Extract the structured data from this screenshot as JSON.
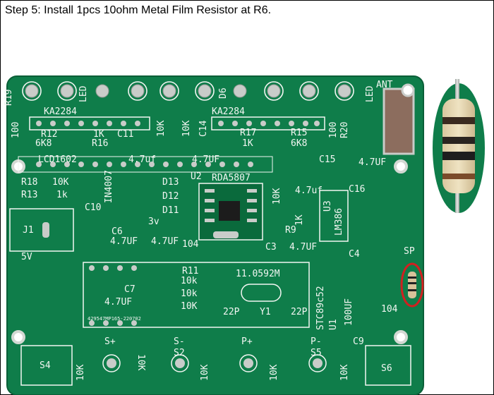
{
  "step": {
    "text": "Step 5: Install 1pcs 10ohm Metal Film Resistor at R6."
  },
  "colors": {
    "board": "#0f7d4a",
    "silk": "#f2f6f2",
    "pad": "#c9ccc9",
    "highlight": "#d12020"
  },
  "labels": {
    "r19": "R19",
    "ant": "ANT",
    "led_l": "LED",
    "led_r": "LED",
    "d6": "D6",
    "ka1": "KA2284",
    "ka2": "KA2284",
    "r12": "R12",
    "k1": "1K",
    "c11": "C11",
    "r17": "R17",
    "r15": "R15",
    "r20": "R20",
    "v100l": "100",
    "v100r": "100",
    "v10k1": "10K",
    "v10k2": "10K",
    "c14": "C14",
    "r12v": "6K8",
    "r16": "R16",
    "r17v": "1K",
    "r15v": "6K8",
    "lcd": "LCD1602",
    "uf47a": "4.7uf",
    "uf47b": "4.7UF",
    "c15": "C15",
    "uf47c": "4.7UF",
    "r18": "R18",
    "r18v": "10K",
    "r13": "R13",
    "r13v": "1k",
    "in4007": "IN4007",
    "d13": "D13",
    "d12": "D12",
    "d11": "D11",
    "u2": "U2",
    "rda": "RDA5807",
    "c10": "C10",
    "v3": "3v",
    "c6": "C6",
    "uf47d": "4.7UF",
    "uf47e": "4.7UF",
    "n104": "104",
    "r9": "R9",
    "v10k3": "10K",
    "v1k": "1K",
    "uf47f": "4.7uf",
    "c16": "C16",
    "u3": "U3",
    "lm386": "LM386",
    "j1": "J1",
    "v5": "5V",
    "c3": "C3",
    "uf47g": "4.7UF",
    "c4": "C4",
    "uf100": "100UF",
    "sp": "SP",
    "n104b": "104",
    "r11": "R11",
    "v10ka": "10k",
    "v10kb": "10k",
    "v10kc": "10K",
    "c7": "C7",
    "uf47h": "4.7UF",
    "xtal": "11.0592M",
    "p22a": "22P",
    "y1": "Y1",
    "p22b": "22P",
    "stc": "STC89c52",
    "u1": "U1",
    "chip": "429547MP165-220702",
    "c9": "C9",
    "s1p": "S+",
    "s1m": "S-",
    "pp": "P+",
    "pm": "P-",
    "s4": "S4",
    "s2": "S2",
    "s5": "S5",
    "s6": "S6",
    "k10a": "10K",
    "k10b": "10K",
    "k10c": "10K",
    "k10d": "10K",
    "k10e": "10K"
  }
}
